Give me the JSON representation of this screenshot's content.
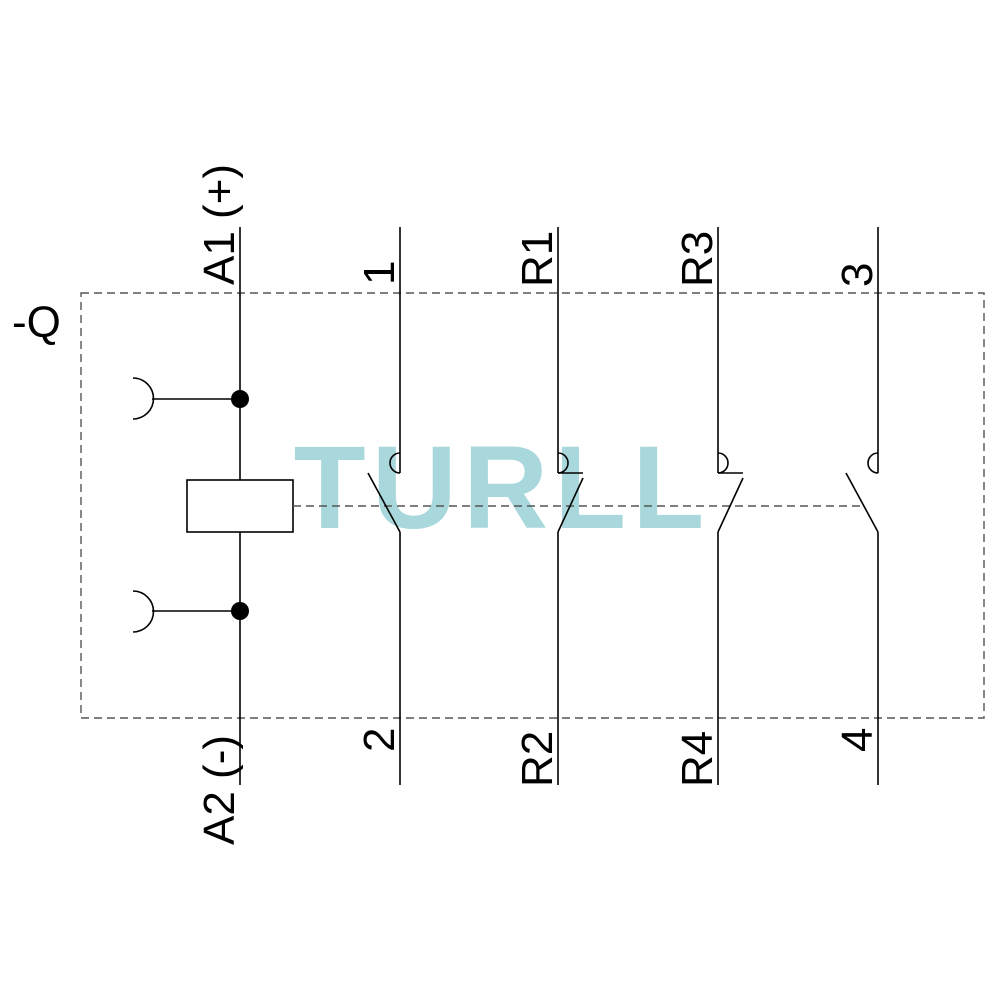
{
  "device_label": "-Q",
  "terminals": {
    "a1": "A1 (+)",
    "a2": "A2 (-)",
    "t1": "1",
    "t2": "2",
    "r1": "R1",
    "r2": "R2",
    "r3": "R3",
    "r4": "R4",
    "t3": "3",
    "t4": "4"
  },
  "watermark": "TURLL",
  "colors": {
    "line": "#000000",
    "watermark": "#a9d8dc"
  }
}
